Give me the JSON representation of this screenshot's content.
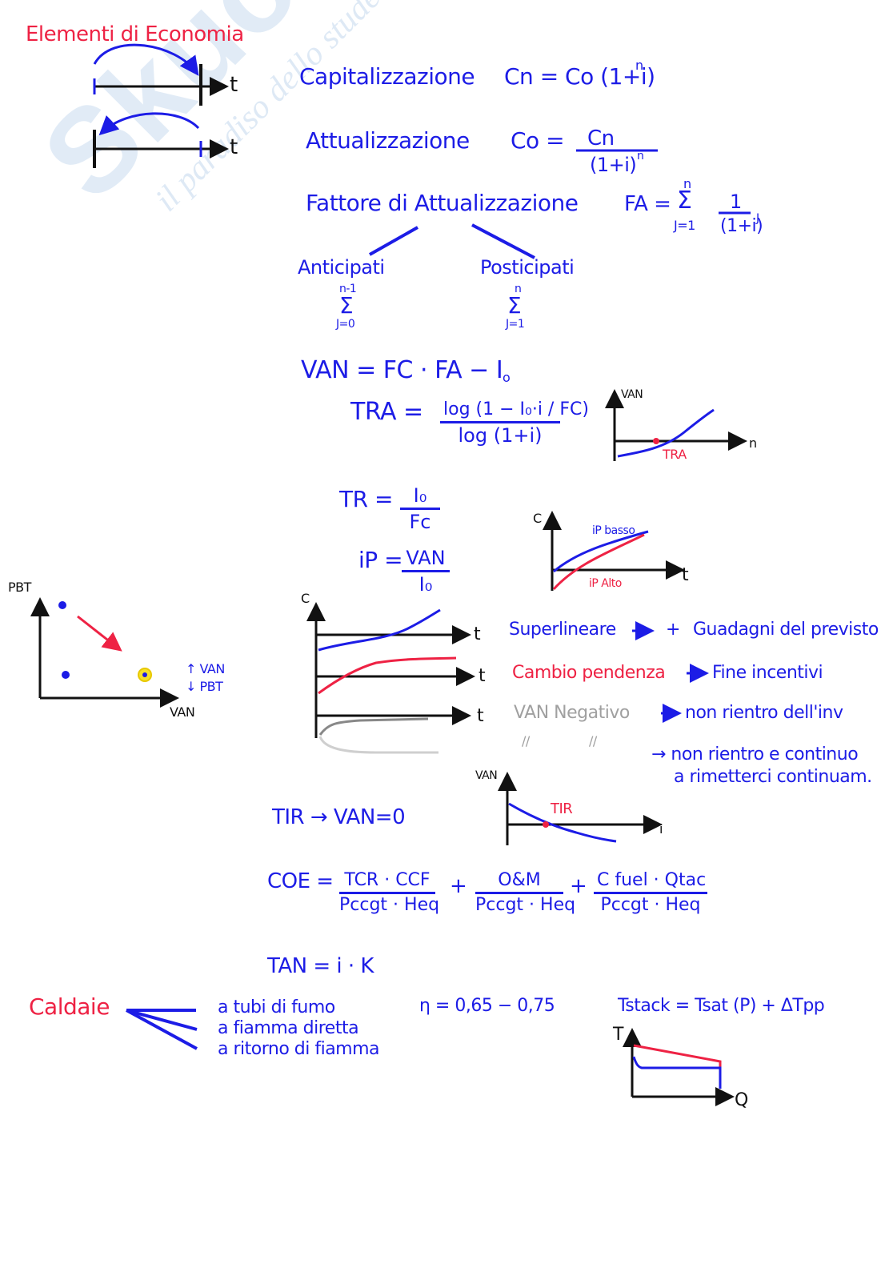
{
  "watermark": {
    "brand": "Skuola.net",
    "tagline": "il paradiso dello studente"
  },
  "title": "Elementi di Economia",
  "t_label": "t",
  "capitalizzazione": {
    "label": "Capitalizzazione",
    "formula": "Cn = Co (1+i)",
    "exp": "n"
  },
  "attualizzazione": {
    "label": "Attualizzazione",
    "lhs": "Co =",
    "num": "Cn",
    "den": "(1+i)",
    "den_exp": "n"
  },
  "fattore": {
    "label": "Fattore di Attualizzazione",
    "lhs": "FA =",
    "sum_top": "n",
    "sum_sym": "Σ",
    "sum_bot": "J=1",
    "frac_num": "1",
    "frac_den": "(1+i)",
    "frac_exp": "J"
  },
  "anticipati": {
    "label": "Anticipati",
    "sum_top": "n-1",
    "sum_sym": "Σ",
    "sum_bot": "J=0"
  },
  "posticipati": {
    "label": "Posticipati",
    "sum_top": "n",
    "sum_sym": "Σ",
    "sum_bot": "J=1"
  },
  "van": {
    "formula": "VAN = FC · FA − I",
    "sub": "o"
  },
  "tra": {
    "lhs": "TRA =",
    "num": "log (1 − I₀·i / FC)",
    "den": "log (1+i)"
  },
  "tra_graph": {
    "ylabel": "VAN",
    "xlabel": "n",
    "point": "TRA"
  },
  "tr": {
    "lhs": "TR =",
    "num": "I₀",
    "den": "Fc"
  },
  "ip": {
    "lhs": "iP =",
    "num": "VAN",
    "den": "I₀"
  },
  "ip_graph": {
    "ylabel": "C",
    "xlabel": "t",
    "low": "iP basso",
    "high": "iP Alto"
  },
  "pbt_graph": {
    "ylabel": "PBT",
    "xlabel": "VAN",
    "note1": "↑ VAN",
    "note2": "↓ PBT"
  },
  "cases_graph": {
    "ylabel": "C",
    "xlabel": "t",
    "slash": "//"
  },
  "cases": [
    {
      "label": "Superlineare",
      "arrow": "→ +",
      "result": "Guadagni del previsto"
    },
    {
      "label": "Cambio pendenza",
      "arrow": "→",
      "result": "Fine incentivi"
    },
    {
      "label": "VAN Negativo",
      "arrow": "→",
      "result": "non rientro dell'inv"
    }
  ],
  "cases_extra": {
    "line1": "→ non rientro e continuo",
    "line2": "a rimetterci continuam."
  },
  "tir": {
    "formula": "TIR → VAN=0"
  },
  "tir_graph": {
    "ylabel": "VAN",
    "xlabel": "i",
    "point": "TIR"
  },
  "coe": {
    "lhs": "COE =",
    "plus": "+",
    "f1_num": "TCR · CCF",
    "f1_den": "Pccgt · Heq",
    "f2_num": "O&M",
    "f2_den": "Pccgt · Heq",
    "f3_num": "C fuel · Qtac",
    "f3_den": "Pccgt · Heq"
  },
  "tan": {
    "formula": "TAN = i · K"
  },
  "caldaie": {
    "label": "Caldaie",
    "items": [
      "a tubi di fumo",
      "a fiamma diretta",
      "a ritorno di fiamma"
    ],
    "eta": "η = 0,65 − 0,75"
  },
  "tstack": {
    "formula": "Tstack = Tsat (P) + ΔTpp"
  },
  "tq_graph": {
    "ylabel": "T",
    "xlabel": "Q"
  }
}
